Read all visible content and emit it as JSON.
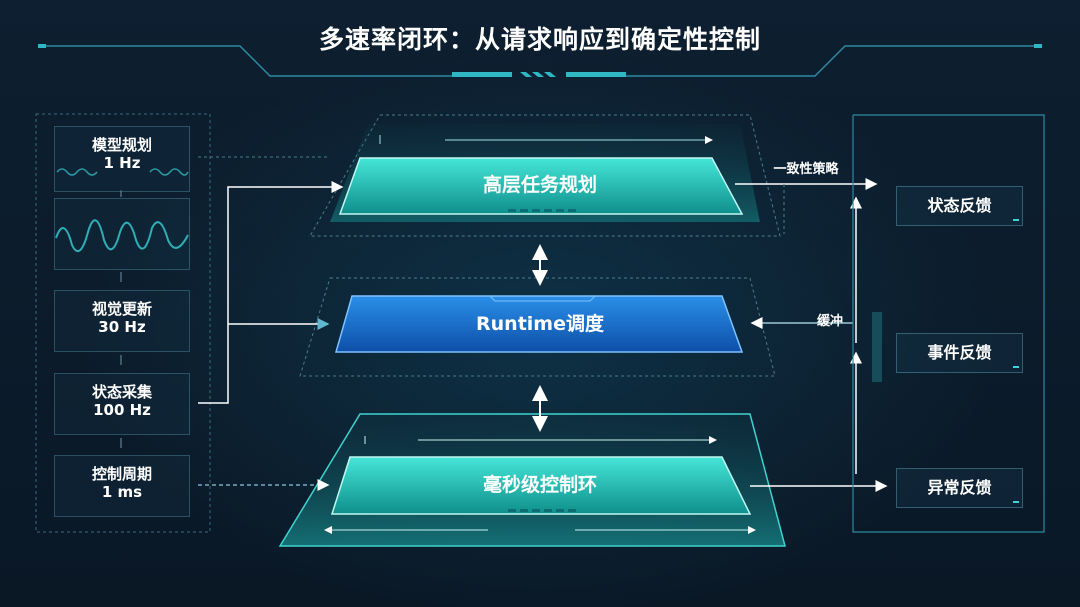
{
  "title": "多速率闭环：从请求响应到确定性控制",
  "left": {
    "model": {
      "name": "模型规划",
      "rate": "1 Hz"
    },
    "vision": {
      "name": "视觉更新",
      "rate": "30 Hz"
    },
    "state": {
      "name": "状态采集",
      "rate": "100 Hz"
    },
    "control": {
      "name": "控制周期",
      "rate": "1 ms"
    }
  },
  "layers": {
    "top": "高层任务规划",
    "mid": "Runtime调度",
    "bottom": "毫秒级控制环"
  },
  "edges": {
    "policy": "一致性策略",
    "buffer": "缓冲"
  },
  "right": {
    "state_fb": "状态反馈",
    "event_fb": "事件反馈",
    "error_fb": "异常反馈"
  },
  "colors": {
    "cyan": "#2fd9d2",
    "blue": "#1f73d6",
    "line": "#ffffff",
    "accent": "#39d5d8"
  }
}
